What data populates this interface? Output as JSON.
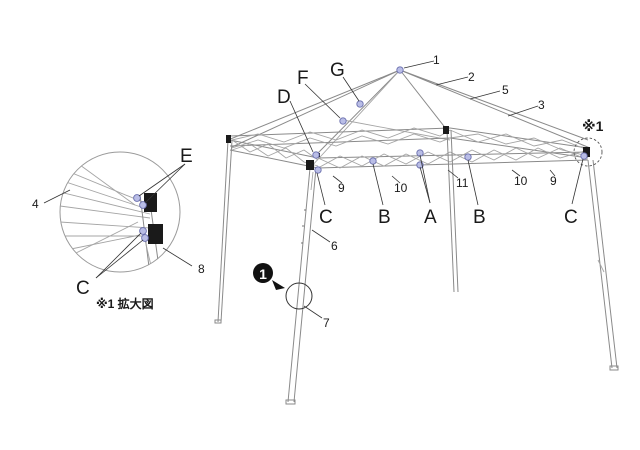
{
  "callouts": {
    "A": "A",
    "B": "B",
    "C": "C",
    "D": "D",
    "E": "E",
    "F": "F",
    "G": "G"
  },
  "parts": {
    "p1": "1",
    "p2": "2",
    "p3": "3",
    "p4": "4",
    "p5": "5",
    "p6": "6",
    "p7": "7",
    "p8": "8",
    "p9": "9",
    "p10": "10",
    "p11": "11"
  },
  "detail": {
    "marker": "※1",
    "caption": "※1 拡大図"
  },
  "step_marker": "1",
  "colors": {
    "frame": "#8a8a8a",
    "joint_dot": "#b9bde6",
    "bracket": "#1a1a1a"
  }
}
